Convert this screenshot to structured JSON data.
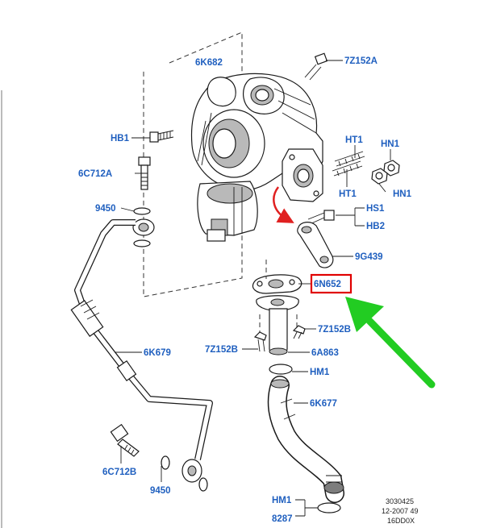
{
  "callouts": {
    "c_6k682": "6K682",
    "c_7z152a": "7Z152A",
    "c_hb1": "HB1",
    "c_6c712a": "6C712A",
    "c_9450_top": "9450",
    "c_ht1_top": "HT1",
    "c_hn1_top": "HN1",
    "c_ht1_bottom": "HT1",
    "c_hn1_bottom": "HN1",
    "c_hs1": "HS1",
    "c_hb2": "HB2",
    "c_9g439": "9G439",
    "c_6n652": "6N652",
    "c_7z152b_right": "7Z152B",
    "c_7z152b_left": "7Z152B",
    "c_6a863": "6A863",
    "c_hm1_mid": "HM1",
    "c_6k679": "6K679",
    "c_6k677": "6K677",
    "c_6c712b": "6C712B",
    "c_9450_bottom": "9450",
    "c_hm1_bottom": "HM1",
    "c_8287": "8287"
  },
  "footer": {
    "ref": "3030425",
    "date": "12-2007 49",
    "code": "16DD0X"
  },
  "colors": {
    "callout": "#1f5fbf",
    "highlight": "#e00000",
    "red_arrow": "#e02020",
    "green_arrow": "#22cc22"
  },
  "highlighted_callout": "6N652"
}
